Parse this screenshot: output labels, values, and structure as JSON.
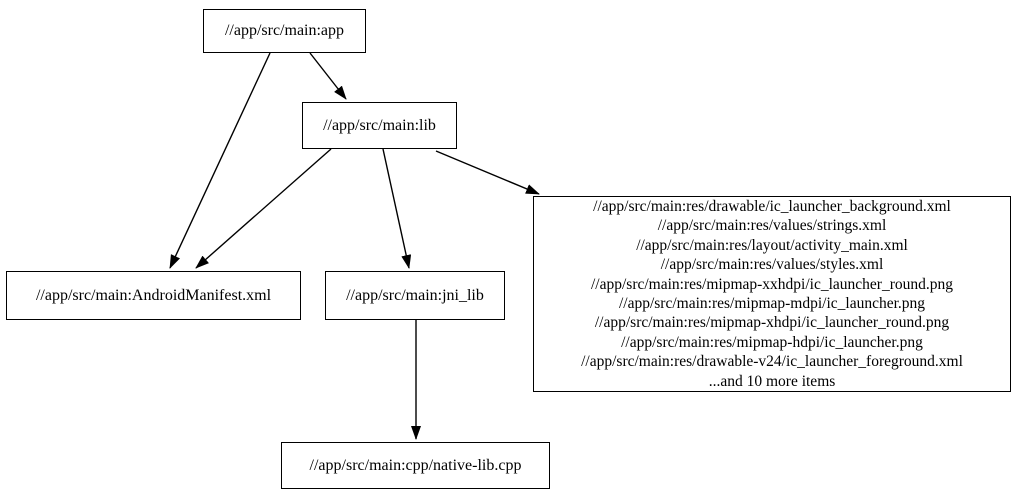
{
  "graph": {
    "type": "dependency-graph",
    "colors": {
      "background": "#ffffff",
      "node_border": "#000000",
      "text": "#000000",
      "edge": "#000000"
    },
    "nodes": {
      "app": {
        "label": "//app/src/main:app"
      },
      "lib": {
        "label": "//app/src/main:lib"
      },
      "android_manifest": {
        "label": "//app/src/main:AndroidManifest.xml"
      },
      "jni_lib": {
        "label": "//app/src/main:jni_lib"
      },
      "res_files": {
        "lines": [
          "//app/src/main:res/drawable/ic_launcher_background.xml",
          "//app/src/main:res/values/strings.xml",
          "//app/src/main:res/layout/activity_main.xml",
          "//app/src/main:res/values/styles.xml",
          "//app/src/main:res/mipmap-xxhdpi/ic_launcher_round.png",
          "//app/src/main:res/mipmap-mdpi/ic_launcher.png",
          "//app/src/main:res/mipmap-xhdpi/ic_launcher_round.png",
          "//app/src/main:res/mipmap-hdpi/ic_launcher.png",
          "//app/src/main:res/drawable-v24/ic_launcher_foreground.xml",
          "...and 10 more items"
        ]
      },
      "native_lib_cpp": {
        "label": "//app/src/main:cpp/native-lib.cpp"
      }
    },
    "edges": [
      {
        "from": "app",
        "to": "lib"
      },
      {
        "from": "app",
        "to": "android_manifest"
      },
      {
        "from": "lib",
        "to": "android_manifest"
      },
      {
        "from": "lib",
        "to": "jni_lib"
      },
      {
        "from": "lib",
        "to": "res_files"
      },
      {
        "from": "jni_lib",
        "to": "native_lib_cpp"
      }
    ]
  }
}
